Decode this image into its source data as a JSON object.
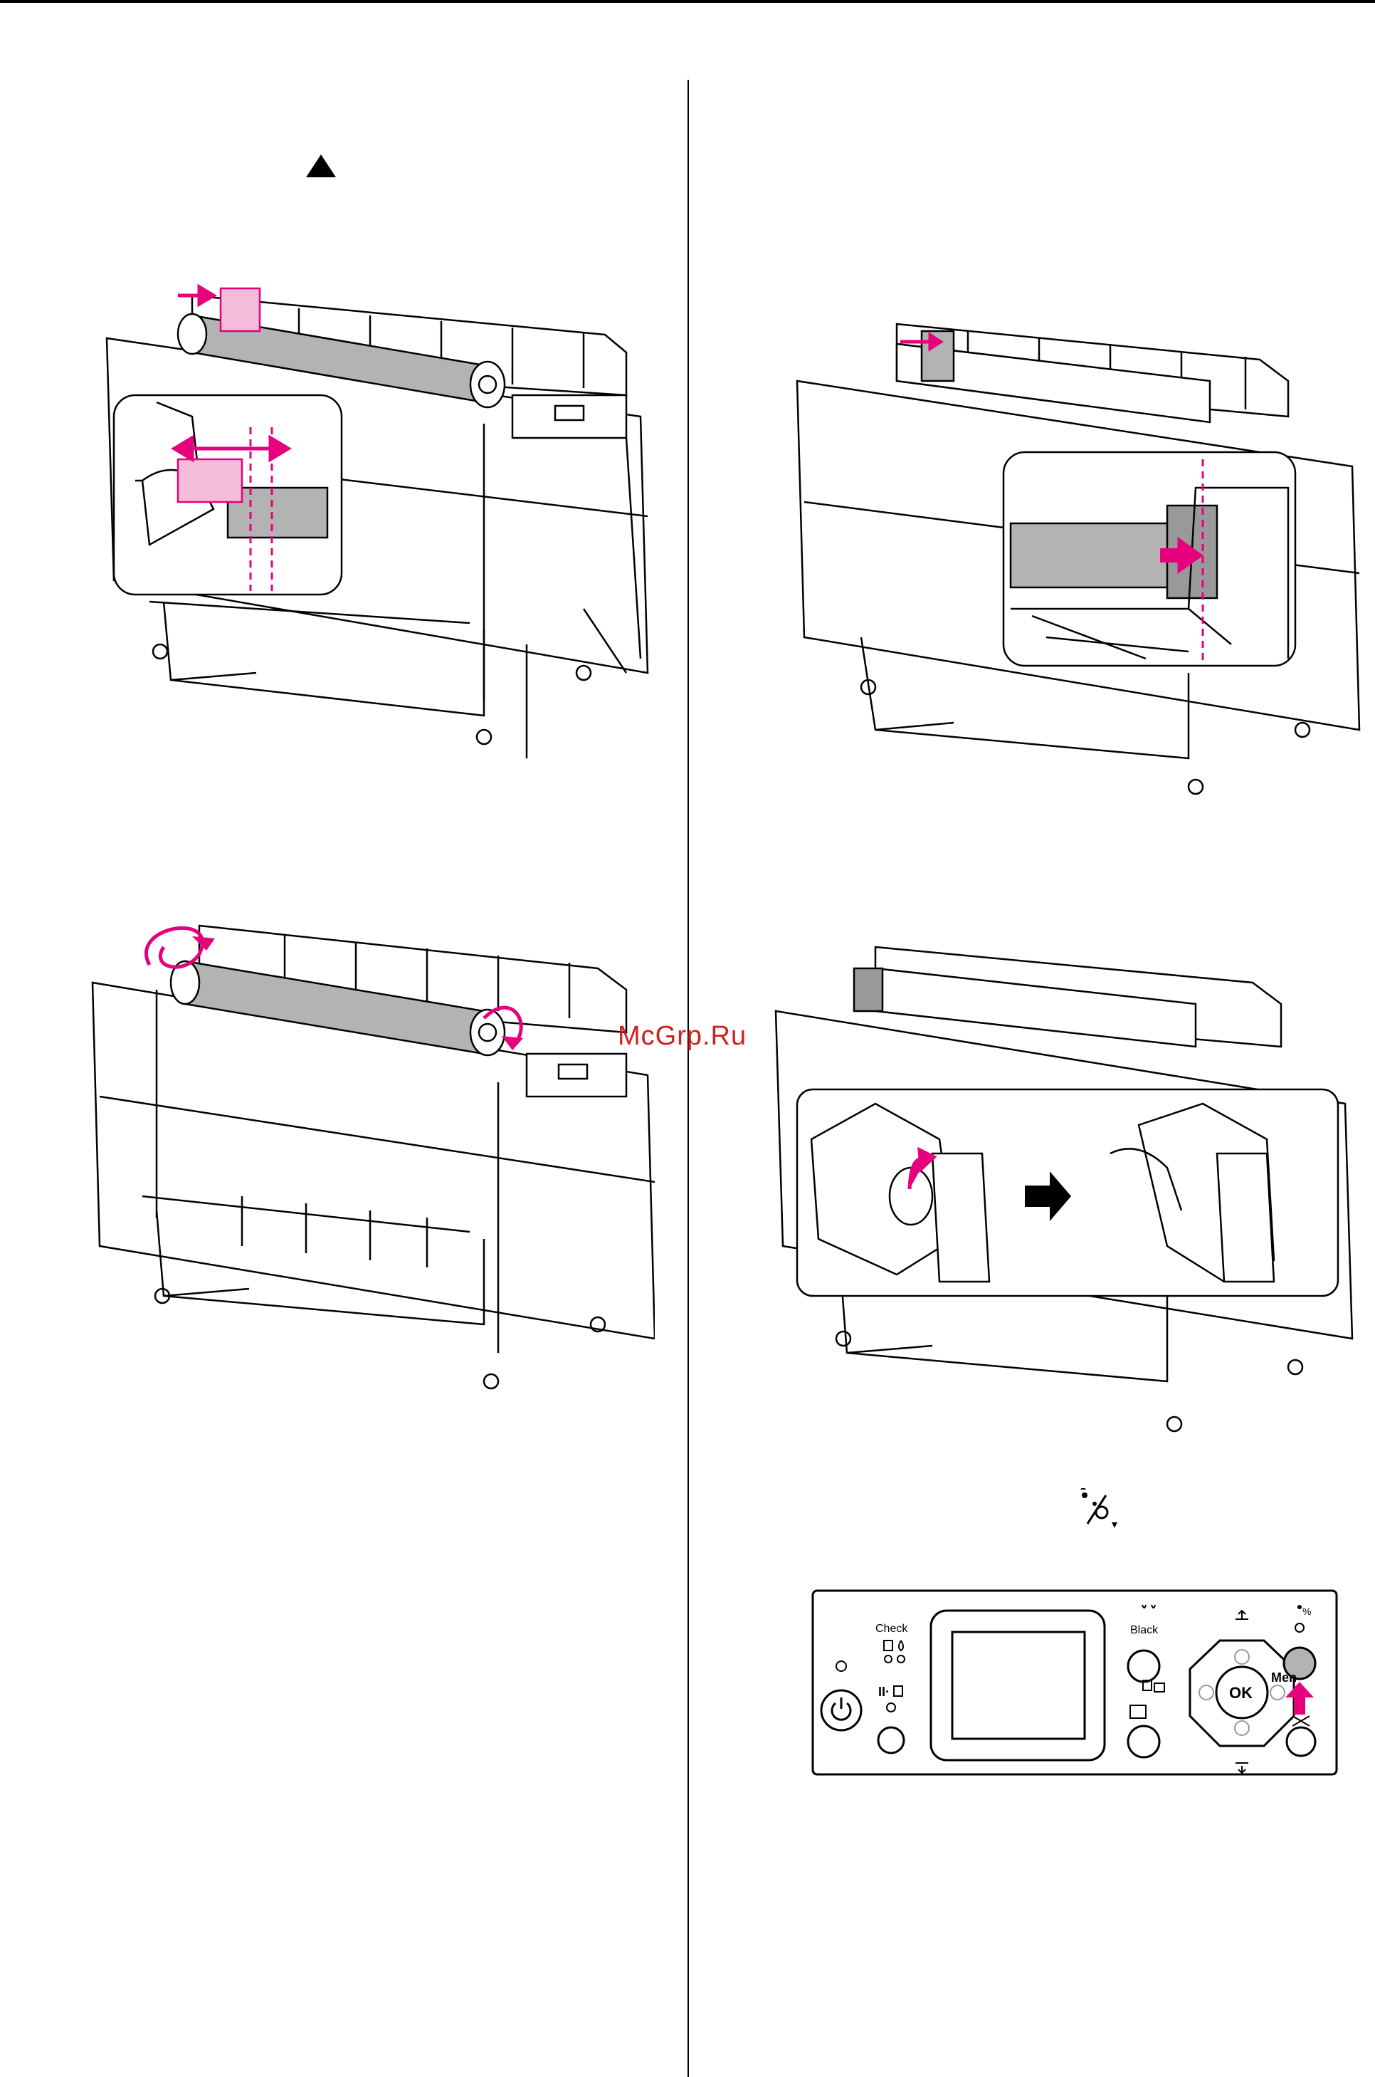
{
  "watermark": "McGrp.Ru",
  "control_panel": {
    "check_label": "Check",
    "black_label": "Black",
    "ok_label": "OK",
    "menu_label": "Men"
  },
  "colors": {
    "accent_magenta": "#e6007e",
    "paper_gray": "#b3b3b3",
    "ink": "#000000"
  }
}
